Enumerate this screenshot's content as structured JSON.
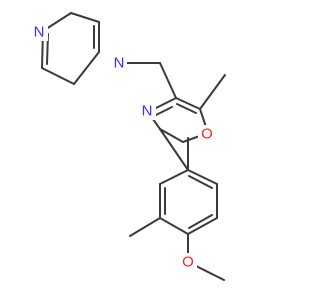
{
  "atoms": {
    "pyrazole_n1": {
      "label": "N",
      "color": "#3333ff"
    },
    "pyrazole_n2": {
      "label": "N",
      "color": "#3333ff"
    },
    "oxazole_n": {
      "label": "N",
      "color": "#3333ff"
    },
    "oxazole_o": {
      "label": "O",
      "color": "#ff2020"
    },
    "methoxy_o": {
      "label": "O",
      "color": "#ff2020"
    }
  },
  "colors": {
    "bond": "#3a3a3a",
    "background": "#ffffff"
  }
}
